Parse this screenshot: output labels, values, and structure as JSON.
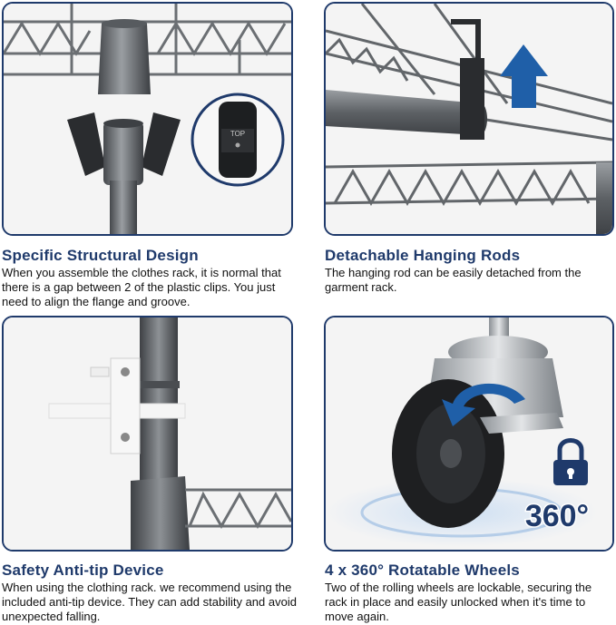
{
  "features": [
    {
      "title": "Specific Structural Design",
      "description": "When you assemble the clothes rack, it is normal that there is a gap between 2 of the plastic clips. You just need to align the flange and groove.",
      "inset_label": "TOP"
    },
    {
      "title": "Detachable Hanging Rods",
      "description": "The hanging rod can be easily detached from the garment rack."
    },
    {
      "title": "Safety Anti-tip Device",
      "description": "When using the clothing rack. we recommend using the included anti-tip device. They can add stability and avoid unexpected falling."
    },
    {
      "title": "4 x 360° Rotatable Wheels",
      "description": "Two of the rolling wheels are lockable, securing the rack in place and easily unlocked when it's time to move again.",
      "badge": "360°"
    }
  ],
  "colors": {
    "accent": "#1f3a6b",
    "arrow": "#1f5fa8",
    "metal": "#6f7377"
  },
  "icons": [
    "lock-icon",
    "rotate-arrow-icon",
    "up-arrow-icon"
  ]
}
